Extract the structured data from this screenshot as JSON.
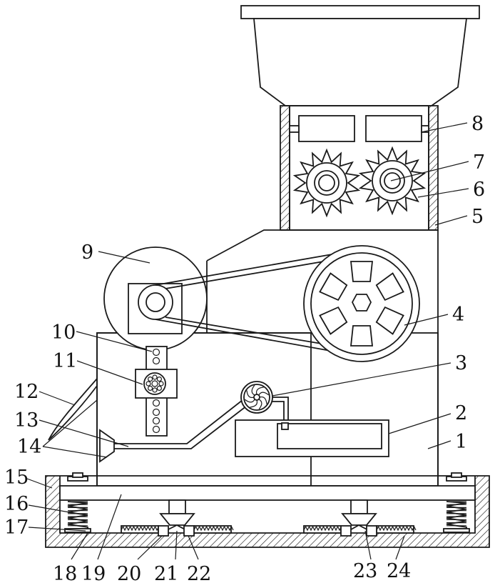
{
  "colors": {
    "line": "#1a1a1a",
    "background": "#ffffff",
    "hatch": "#1a1a1a"
  },
  "labels": [
    {
      "id": "1",
      "text": "1"
    },
    {
      "id": "2",
      "text": "2"
    },
    {
      "id": "3",
      "text": "3"
    },
    {
      "id": "4",
      "text": "4"
    },
    {
      "id": "5",
      "text": "5"
    },
    {
      "id": "6",
      "text": "6"
    },
    {
      "id": "7",
      "text": "7"
    },
    {
      "id": "8",
      "text": "8"
    },
    {
      "id": "9",
      "text": "9"
    },
    {
      "id": "10",
      "text": "10"
    },
    {
      "id": "11",
      "text": "11"
    },
    {
      "id": "12",
      "text": "12"
    },
    {
      "id": "13",
      "text": "13"
    },
    {
      "id": "14",
      "text": "14"
    },
    {
      "id": "15",
      "text": "15"
    },
    {
      "id": "16",
      "text": "16"
    },
    {
      "id": "17",
      "text": "17"
    },
    {
      "id": "18",
      "text": "18"
    },
    {
      "id": "19",
      "text": "19"
    },
    {
      "id": "20",
      "text": "20"
    },
    {
      "id": "21",
      "text": "21"
    },
    {
      "id": "22",
      "text": "22"
    },
    {
      "id": "23",
      "text": "23"
    },
    {
      "id": "24",
      "text": "24"
    }
  ]
}
